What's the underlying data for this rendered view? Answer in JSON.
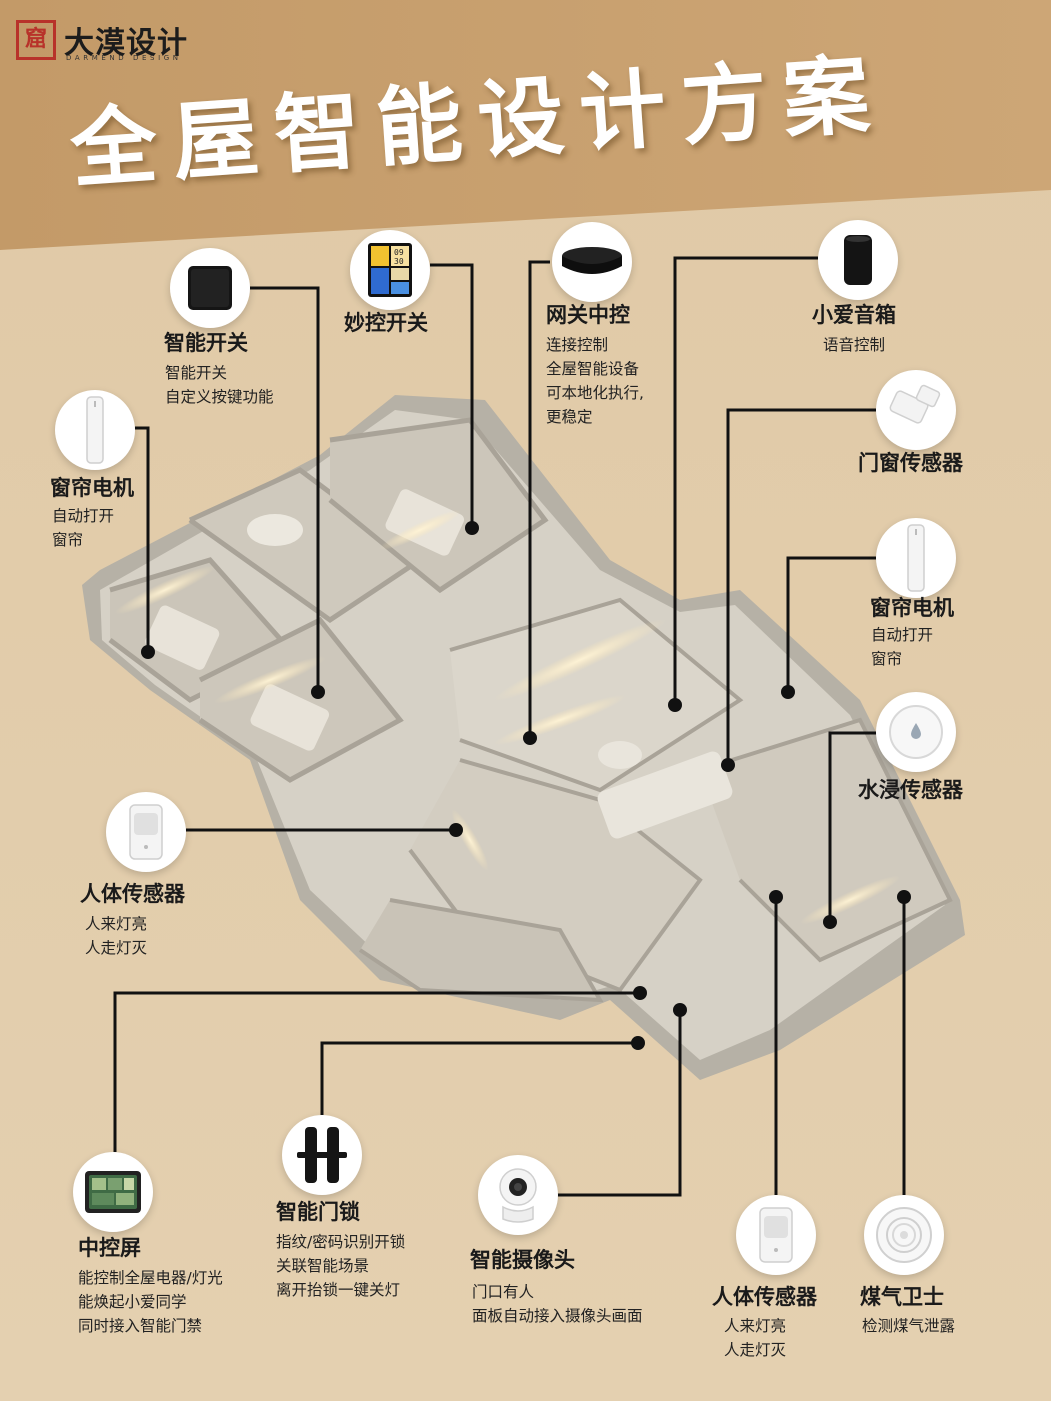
{
  "brand": {
    "name": "大漠设计",
    "name_en": "DARMEND DESIGN",
    "seal_glyph": "窟",
    "seal_color": "#b8322a"
  },
  "title": "全屋智能设计方案",
  "colors": {
    "background": "#e2ccaa",
    "banner": "#c9a070",
    "floor_wall": "#bdb8ad",
    "floor_light": "#d9d4c8",
    "wire": "#111111",
    "icon_bg": "#ffffff"
  },
  "devices": [
    {
      "id": "smart-switch",
      "name": "智能开关",
      "desc": [
        "智能开关",
        "自定义按键功能"
      ],
      "icon": "smart-switch-icon"
    },
    {
      "id": "magic-switch",
      "name": "妙控开关",
      "desc": [],
      "icon": "touch-panel-icon",
      "panel_text": [
        "09",
        "30"
      ]
    },
    {
      "id": "gateway",
      "name": "网关中控",
      "desc": [
        "连接控制",
        "全屋智能设备",
        "可本地化执行,",
        "更稳定"
      ],
      "icon": "gateway-icon"
    },
    {
      "id": "speaker",
      "name": "小爱音箱",
      "desc": [
        "语音控制"
      ],
      "icon": "speaker-icon"
    },
    {
      "id": "door-window-sensor",
      "name": "门窗传感器",
      "desc": [],
      "icon": "door-sensor-icon"
    },
    {
      "id": "curtain-motor-left",
      "name": "窗帘电机",
      "desc": [
        "自动打开",
        "窗帘"
      ],
      "icon": "curtain-motor-icon"
    },
    {
      "id": "curtain-motor-right",
      "name": "窗帘电机",
      "desc": [
        "自动打开",
        "窗帘"
      ],
      "icon": "curtain-motor-icon"
    },
    {
      "id": "water-sensor",
      "name": "水浸传感器",
      "desc": [],
      "icon": "water-sensor-icon"
    },
    {
      "id": "body-sensor-left",
      "name": "人体传感器",
      "desc": [
        "人来灯亮",
        "人走灯灭"
      ],
      "icon": "motion-sensor-icon"
    },
    {
      "id": "control-screen",
      "name": "中控屏",
      "desc": [
        "能控制全屋电器/灯光",
        "能焕起小爱同学",
        "同时接入智能门禁"
      ],
      "icon": "control-screen-icon"
    },
    {
      "id": "smart-lock",
      "name": "智能门锁",
      "desc": [
        "指纹/密码识别开锁",
        "关联智能场景",
        "离开抬锁一键关灯"
      ],
      "icon": "door-lock-icon"
    },
    {
      "id": "camera",
      "name": "智能摄像头",
      "desc": [
        "门口有人",
        "面板自动接入摄像头画面"
      ],
      "icon": "camera-icon"
    },
    {
      "id": "body-sensor-right",
      "name": "人体传感器",
      "desc": [
        "人来灯亮",
        "人走灯灭"
      ],
      "icon": "motion-sensor-icon"
    },
    {
      "id": "gas-guard",
      "name": "煤气卫士",
      "desc": [
        "检测煤气泄露"
      ],
      "icon": "gas-detector-icon"
    }
  ]
}
